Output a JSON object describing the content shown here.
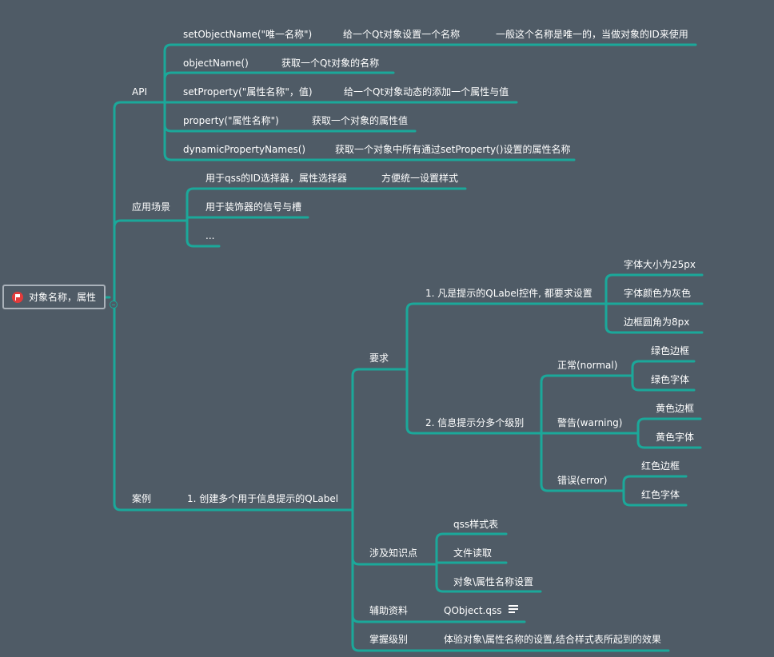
{
  "root": {
    "label": "对象名称，属性",
    "icon": "flag-icon"
  },
  "api": {
    "label": "API",
    "items": [
      {
        "name": "setObjectName(\"唯一名称\")",
        "desc": "给一个Qt对象设置一个名称",
        "note": "一般这个名称是唯一的，当做对象的ID来使用"
      },
      {
        "name": "objectName()",
        "desc": "获取一个Qt对象的名称"
      },
      {
        "name": "setProperty(\"属性名称\"，值)",
        "desc": "给一个Qt对象动态的添加一个属性与值"
      },
      {
        "name": "property(\"属性名称\")",
        "desc": "获取一个对象的属性值"
      },
      {
        "name": "dynamicPropertyNames()",
        "desc": "获取一个对象中所有通过setProperty()设置的属性名称"
      }
    ]
  },
  "scene": {
    "label": "应用场景",
    "items": [
      {
        "text": "用于qss的ID选择器，属性选择器",
        "note": "方便统一设置样式"
      },
      {
        "text": "用于装饰器的信号与槽"
      },
      {
        "text": "..."
      }
    ]
  },
  "case": {
    "label": "案例",
    "title": "1. 创建多个用于信息提示的QLabel",
    "req": {
      "label": "要求",
      "r1": {
        "label": "1. 凡是提示的QLabel控件, 都要求设置",
        "items": [
          "字体大小为25px",
          "字体颜色为灰色",
          "边框圆角为8px"
        ]
      },
      "r2": {
        "label": "2. 信息提示分多个级别",
        "levels": [
          {
            "label": "正常(normal)",
            "items": [
              "绿色边框",
              "绿色字体"
            ]
          },
          {
            "label": "警告(warning)",
            "items": [
              "黄色边框",
              "黄色字体"
            ]
          },
          {
            "label": "错误(error)",
            "items": [
              "红色边框",
              "红色字体"
            ]
          }
        ]
      }
    },
    "knowledge": {
      "label": "涉及知识点",
      "items": [
        "qss样式表",
        "文件读取",
        "对象\\属性名称设置"
      ]
    },
    "aux": {
      "label": "辅助资料",
      "value": "QObject.qss",
      "icon": "note-icon"
    },
    "master": {
      "label": "掌握级别",
      "value": "体验对象\\属性名称的设置,结合样式表所起到的效果"
    }
  },
  "colors": {
    "background": "#4f5b66",
    "branch": "#1ba89a",
    "text": "#ffffff",
    "root_border": "#aab2ba",
    "flag": "#e23b3b"
  }
}
